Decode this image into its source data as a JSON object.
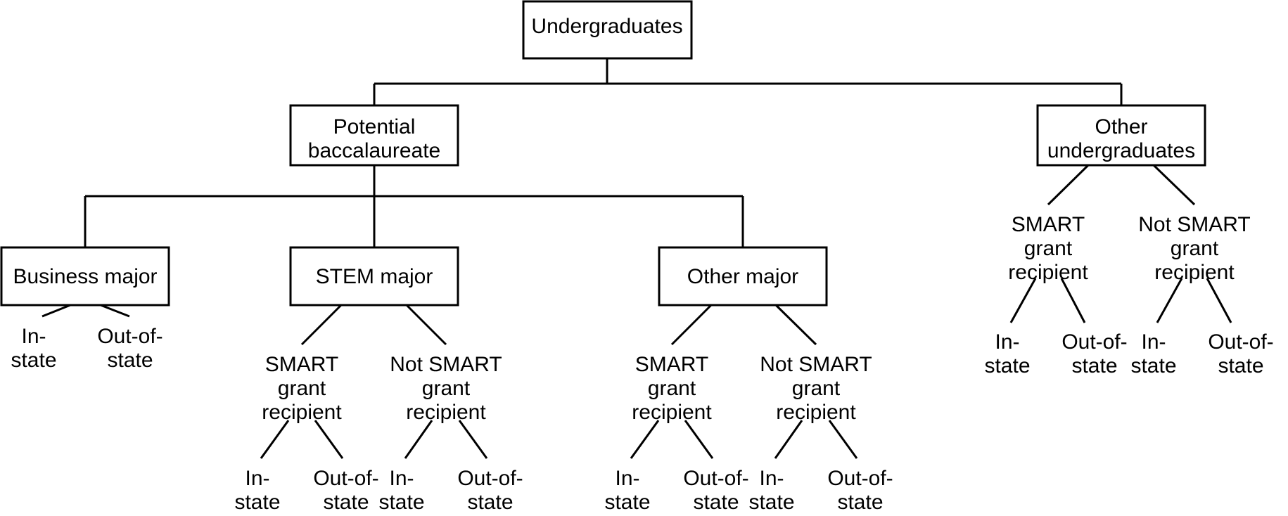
{
  "diagram": {
    "title": "Undergraduate classification tree",
    "type": "tree",
    "colors": {
      "background": "#ffffff",
      "stroke": "#000000",
      "box_fill": "#ffffff",
      "text": "#000000"
    },
    "root": {
      "label": "Undergraduates",
      "lines": [
        "Undergraduates"
      ]
    },
    "level2": [
      {
        "id": "potential-baccalaureate",
        "lines": [
          "Potential",
          "baccalaureate"
        ]
      },
      {
        "id": "other-undergraduates",
        "lines": [
          "Other",
          "undergraduates"
        ]
      }
    ],
    "level3": [
      {
        "id": "business-major",
        "lines": [
          "Business major"
        ]
      },
      {
        "id": "stem-major",
        "lines": [
          "STEM major"
        ]
      },
      {
        "id": "other-major",
        "lines": [
          "Other major"
        ]
      }
    ],
    "grant_nodes": [
      {
        "id": "stem-smart",
        "lines": [
          "SMART",
          "grant",
          "recipient"
        ]
      },
      {
        "id": "stem-not-smart",
        "lines": [
          "Not SMART",
          "grant",
          "recipient"
        ]
      },
      {
        "id": "other-major-smart",
        "lines": [
          "SMART",
          "grant",
          "recipient"
        ]
      },
      {
        "id": "other-major-not-smart",
        "lines": [
          "Not SMART",
          "grant",
          "recipient"
        ]
      },
      {
        "id": "other-ug-smart",
        "lines": [
          "SMART",
          "grant",
          "recipient"
        ]
      },
      {
        "id": "other-ug-not-smart",
        "lines": [
          "Not SMART",
          "grant",
          "recipient"
        ]
      }
    ],
    "residency_leaves": [
      {
        "id": "business-in-state",
        "lines": [
          "In-",
          "state"
        ]
      },
      {
        "id": "business-out-of-state",
        "lines": [
          "Out-of-",
          "state"
        ]
      },
      {
        "id": "stem-smart-in-state",
        "lines": [
          "In-",
          "state"
        ]
      },
      {
        "id": "stem-smart-out-of-state",
        "lines": [
          "Out-of-",
          "state"
        ]
      },
      {
        "id": "stem-not-smart-in-state",
        "lines": [
          "In-",
          "state"
        ]
      },
      {
        "id": "stem-not-smart-out-of-state",
        "lines": [
          "Out-of-",
          "state"
        ]
      },
      {
        "id": "other-major-smart-in-state",
        "lines": [
          "In-",
          "state"
        ]
      },
      {
        "id": "other-major-smart-out-of-state",
        "lines": [
          "Out-of-",
          "state"
        ]
      },
      {
        "id": "other-major-not-smart-in-state",
        "lines": [
          "In-",
          "state"
        ]
      },
      {
        "id": "other-major-not-smart-out-of-state",
        "lines": [
          "Out-of-",
          "state"
        ]
      },
      {
        "id": "other-ug-smart-in-state",
        "lines": [
          "In-",
          "state"
        ]
      },
      {
        "id": "other-ug-smart-out-of-state",
        "lines": [
          "Out-of-",
          "state"
        ]
      },
      {
        "id": "other-ug-not-smart-in-state",
        "lines": [
          "In-",
          "state"
        ]
      },
      {
        "id": "other-ug-not-smart-out-of-state",
        "lines": [
          "Out-of-",
          "state"
        ]
      }
    ]
  }
}
